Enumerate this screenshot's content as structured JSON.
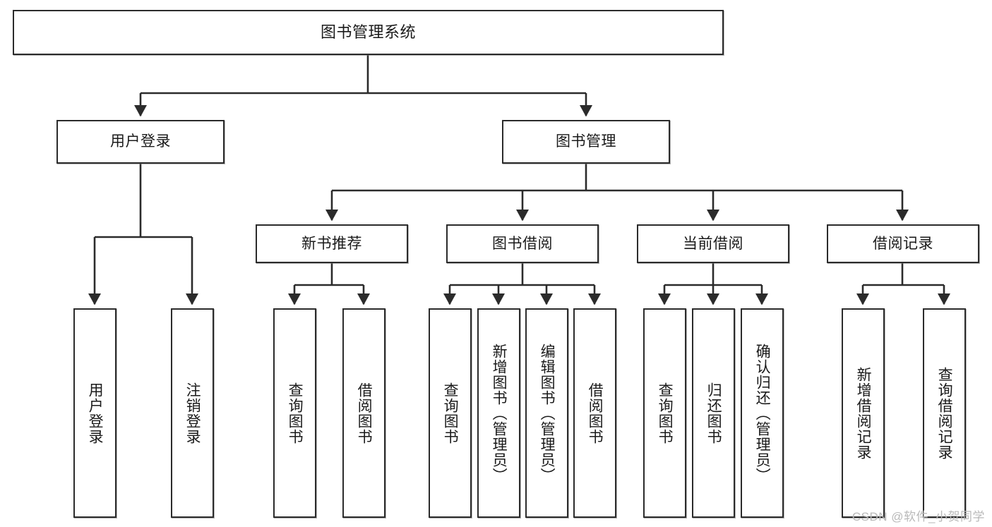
{
  "diagram": {
    "title": "图书管理系统",
    "type": "tree-hierarchy-functional-structure",
    "watermark": "CSDN @软件_小贺同学",
    "colors": {
      "box_border": "#2b2b2b",
      "box_fill": "#ffffff",
      "edge": "#2b2b2b",
      "text": "#1a1a1a",
      "watermark": "#b9b9b9",
      "background": "#ffffff"
    },
    "nodes": {
      "root": {
        "label": "图书管理系统"
      },
      "level2": [
        {
          "label": "用户登录"
        },
        {
          "label": "图书管理"
        }
      ],
      "level3": [
        {
          "label": "新书推荐"
        },
        {
          "label": "图书借阅"
        },
        {
          "label": "当前借阅"
        },
        {
          "label": "借阅记录"
        }
      ],
      "leaves_user_login": [
        {
          "label": "用户登录"
        },
        {
          "label": "注销登录"
        }
      ],
      "leaves_new_book": [
        {
          "label": "查询图书"
        },
        {
          "label": "借阅图书"
        }
      ],
      "leaves_borrow": [
        {
          "label": "查询图书"
        },
        {
          "label": "新增图书（管理员）"
        },
        {
          "label": "编辑图书（管理员）"
        },
        {
          "label": "借阅图书"
        }
      ],
      "leaves_current": [
        {
          "label": "查询图书"
        },
        {
          "label": "归还图书"
        },
        {
          "label": "确认归还（管理员）"
        }
      ],
      "leaves_record": [
        {
          "label": "新增借阅记录"
        },
        {
          "label": "查询借阅记录"
        }
      ]
    }
  }
}
